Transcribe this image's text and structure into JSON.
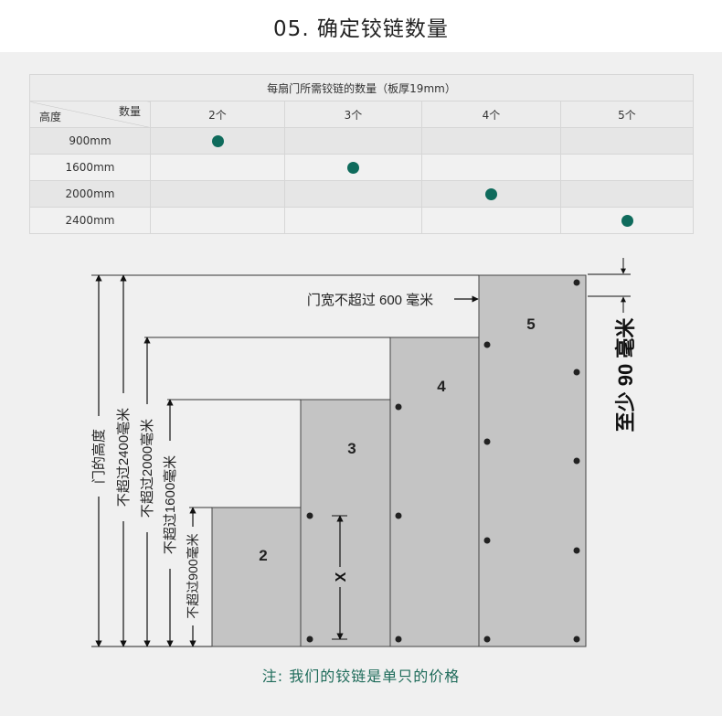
{
  "header": {
    "title": "05. 确定铰链数量"
  },
  "table": {
    "caption": "每扇门所需铰链的数量（板厚19mm）",
    "corner_top": "数量",
    "corner_bottom": "高度",
    "columns": [
      "2个",
      "3个",
      "4个",
      "5个"
    ],
    "rows": [
      {
        "height": "900mm",
        "dot_col": 0
      },
      {
        "height": "1600mm",
        "dot_col": 1
      },
      {
        "height": "2000mm",
        "dot_col": 2
      },
      {
        "height": "2400mm",
        "dot_col": 3
      }
    ],
    "dot_color": "#0f6b5c"
  },
  "diagram": {
    "panel_labels": [
      "2",
      "3",
      "4",
      "5"
    ],
    "vertical_labels": [
      "门的高度",
      "不超过2400毫米",
      "不超过2000毫米",
      "不超过1600毫米",
      "不超过900毫米"
    ],
    "width_label": "门宽不超过 600 毫米",
    "margin_label": "至少 90 毫米",
    "spacing_label": "X"
  },
  "footer": {
    "note": "注:  我们的铰链是单只的价格"
  }
}
